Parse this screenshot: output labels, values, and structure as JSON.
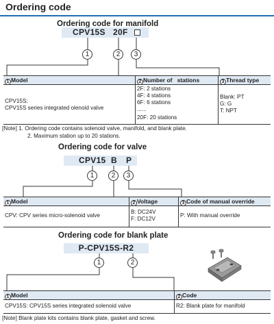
{
  "header": {
    "title": "Ordering code"
  },
  "manifold": {
    "heading": "Ordering code for manifold",
    "code_parts": [
      "CPV15S",
      "20F"
    ],
    "markers": [
      "1",
      "2",
      "3"
    ],
    "table": {
      "columns": [
        {
          "num": "1",
          "label": "Model"
        },
        {
          "num": "2",
          "label": "Number of   stations"
        },
        {
          "num": "3",
          "label": "Thread type"
        }
      ],
      "model_lines": [
        "CPV15S:",
        "CPV15S series  integrated olenoid valve"
      ],
      "station_lines": [
        "2F: 2 stations",
        "4F: 4 stations",
        "6F: 6 stations",
        "......",
        "20F: 20 stations"
      ],
      "thread_lines": [
        "Blank: PT",
        "G: G",
        "T: NPT"
      ]
    },
    "notes": [
      "[Note]  1. Ordering code contains solenoid valve, manifold, and blank plate.",
      "2. Maximum station up to 20 stations."
    ]
  },
  "valve": {
    "heading": "Ordering code for valve",
    "code_parts": [
      "CPV15",
      "B",
      "P"
    ],
    "markers": [
      "1",
      "2",
      "3"
    ],
    "table": {
      "columns": [
        {
          "num": "1",
          "label": "Model"
        },
        {
          "num": "2",
          "label": "Voltage"
        },
        {
          "num": "3",
          "label": "Code of manual override"
        }
      ],
      "model_text": "CPV: CPV series micro-solenoid valve",
      "voltage_lines": [
        "B: DC24V",
        "F: DC12V"
      ],
      "override_text": "P: With manual override"
    }
  },
  "blank_plate": {
    "heading": "Ordering code for blank plate",
    "code": "P-CPV15S-R2",
    "markers": [
      "1",
      "2"
    ],
    "table": {
      "columns": [
        {
          "num": "1",
          "label": "Model"
        },
        {
          "num": "2",
          "label": "Code"
        }
      ],
      "model_text": "CPV15S: CPV15S series integrated solenoid valve",
      "code_text": "R2: Blank plate for manifold"
    },
    "note": "[Note] Blank plate kits contains blank plate, gasket and screw."
  },
  "colors": {
    "accent": "#1a6fb5",
    "header_fill": "#dfe9f4",
    "line": "#333333"
  }
}
